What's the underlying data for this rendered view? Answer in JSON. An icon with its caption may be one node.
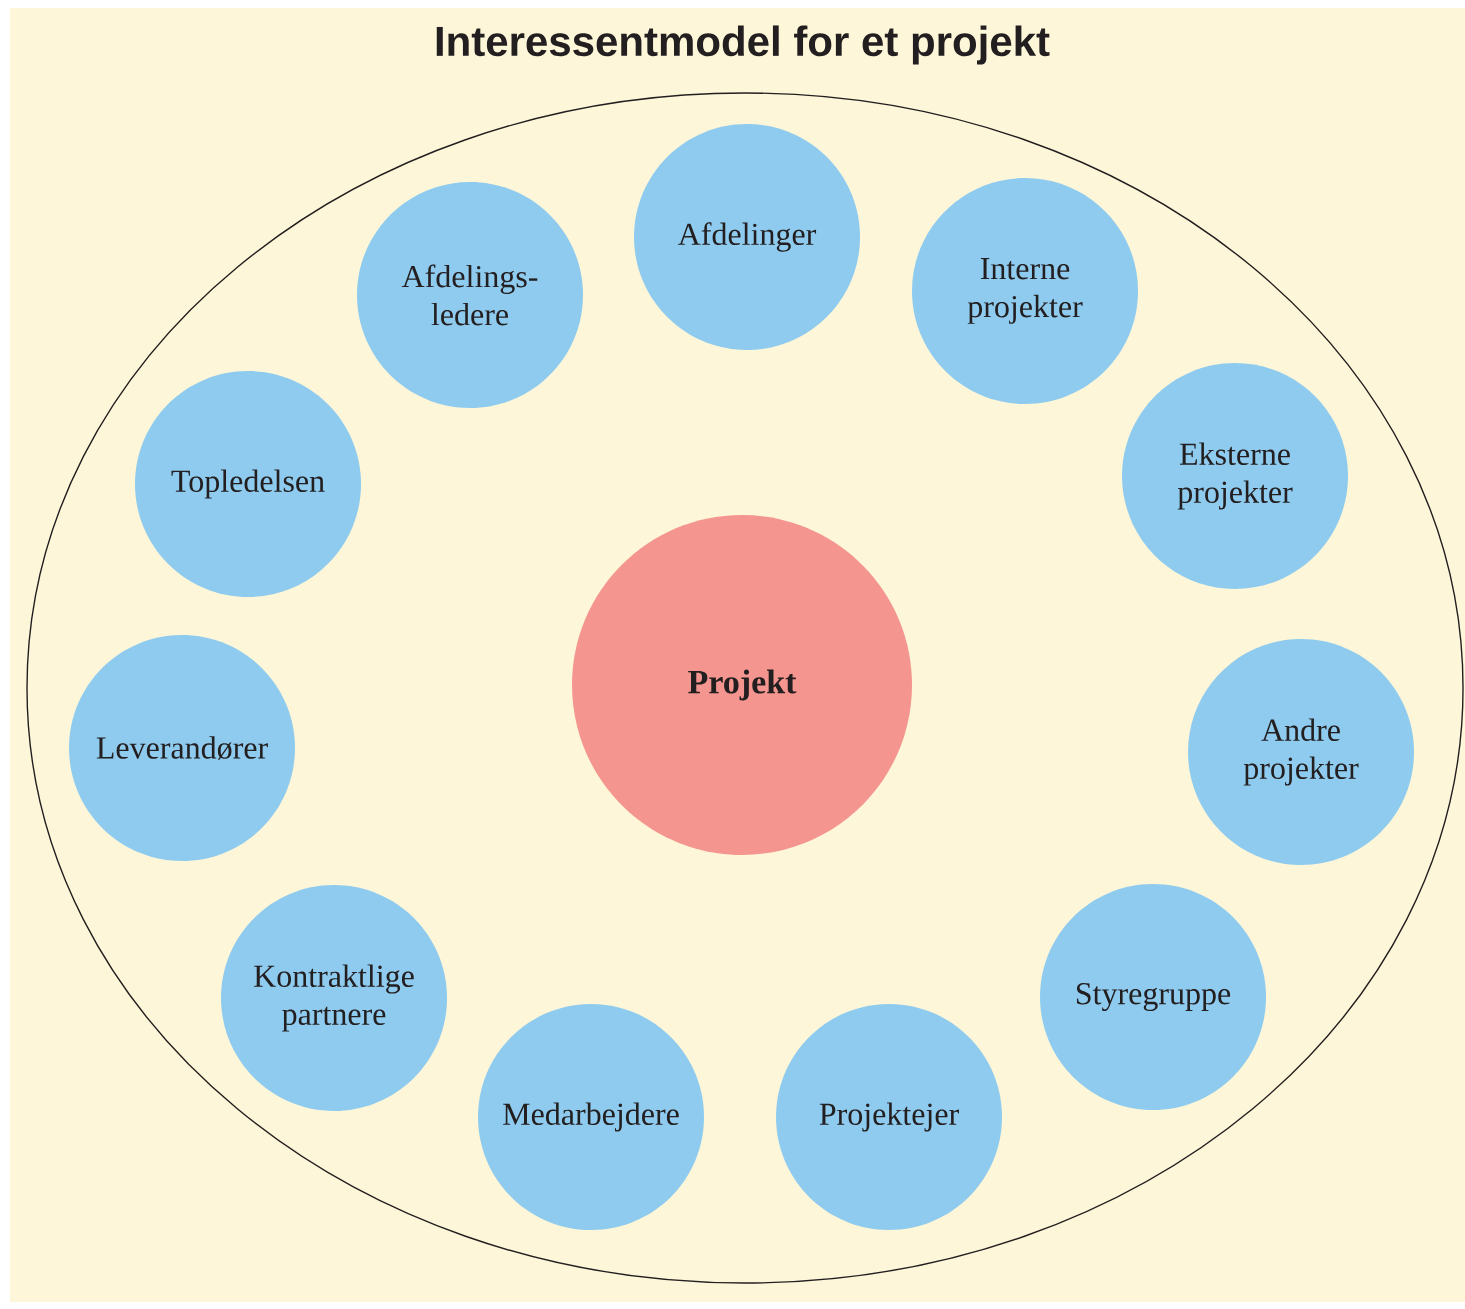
{
  "diagram": {
    "title": "Interessentmodel for et projekt",
    "nodes": [
      {
        "text": [],
        "shape": "ellipse"
      },
      {
        "text": [
          "Afdelinger"
        ],
        "in": 0
      },
      {
        "text": [
          "Afdelings- ledere"
        ],
        "in": 0
      },
      {
        "text": [
          "Interne projekter"
        ],
        "in": 0
      },
      {
        "text": [
          "Topledelsen"
        ],
        "in": 0
      },
      {
        "text": [
          "Eksterne projekter"
        ],
        "in": 0
      },
      {
        "text": [
          "Projekt"
        ],
        "in": 0
      },
      {
        "text": [
          "Leverandører"
        ],
        "in": 0
      },
      {
        "text": [
          "Andre projekter"
        ],
        "in": 0
      },
      {
        "text": [
          "Kontraktlige partnere"
        ],
        "in": 0
      },
      {
        "text": [
          "Styregruppe"
        ],
        "in": 0
      },
      {
        "text": [
          "Medarbejdere"
        ],
        "in": 0
      },
      {
        "text": [
          "Projektejer"
        ],
        "in": 0
      }
    ]
  }
}
